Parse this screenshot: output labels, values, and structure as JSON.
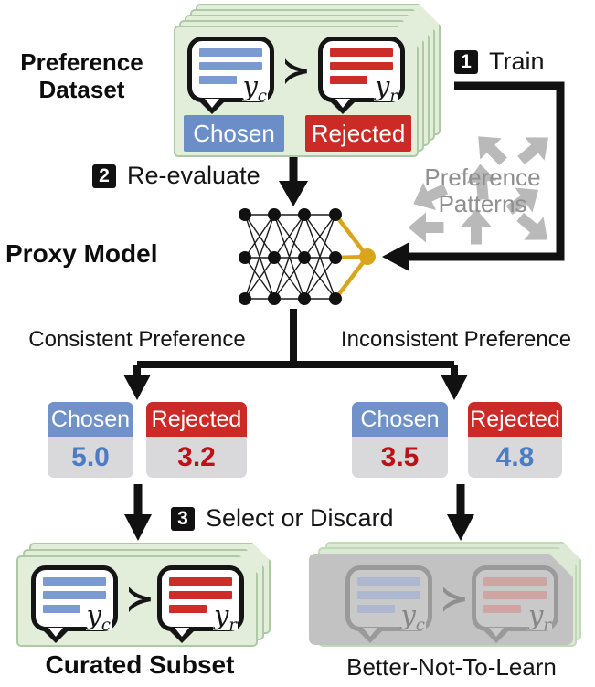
{
  "labels": {
    "preference_dataset": "Preference Dataset",
    "proxy_model": "Proxy Model",
    "consistent": "Consistent Preference",
    "inconsistent": "Inconsistent Preference",
    "curated_subset": "Curated Subset",
    "better_not_to_learn": "Better-Not-To-Learn",
    "preference_patterns": "Preference Patterns"
  },
  "steps": [
    {
      "num": "1",
      "label": "Train"
    },
    {
      "num": "2",
      "label": "Re-evaluate"
    },
    {
      "num": "3",
      "label": "Select or Discard"
    }
  ],
  "pair": {
    "chosen": "Chosen",
    "rejected": "Rejected",
    "succ": "≻",
    "y_var": "y",
    "sub_c": "c",
    "sub_r": "r"
  },
  "scores": {
    "consistent": {
      "chosen_label": "Chosen",
      "chosen_value": "5.0",
      "rejected_label": "Rejected",
      "rejected_value": "3.2"
    },
    "inconsistent": {
      "chosen_label": "Chosen",
      "chosen_value": "3.5",
      "rejected_label": "Rejected",
      "rejected_value": "4.8"
    }
  },
  "colors": {
    "chosen_blue": "#6b8ec9",
    "rejected_red": "#cc2a26",
    "value_blue": "#4c7cc4",
    "value_red": "#bc1217",
    "card_green": "#e2eeda",
    "gold": "#d8a51d",
    "pattern_gray": "#b9b9b9"
  },
  "icons": {
    "numbered_badge": "black square with white numeral",
    "pattern_arrow": "gray block arrow",
    "flow_arrow": "black block arrow",
    "proxy_network": "neural network with gold output node"
  }
}
